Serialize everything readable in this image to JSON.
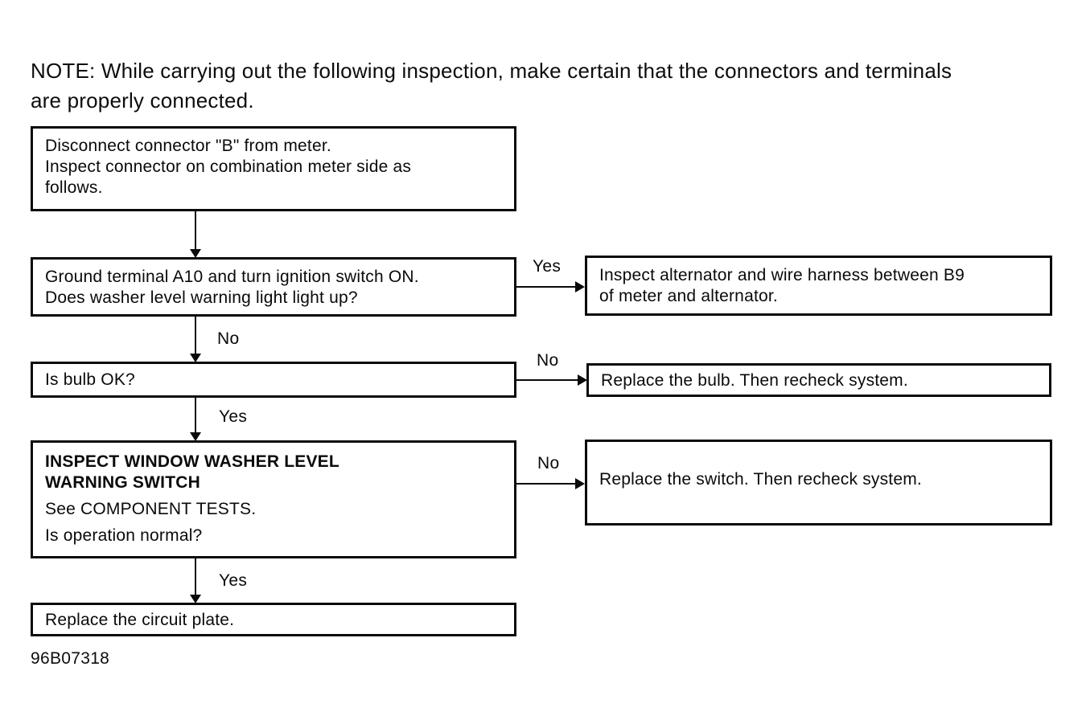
{
  "note": {
    "line1": "NOTE: While carrying out the following inspection, make certain that the connectors and terminals",
    "line2": "are properly connected."
  },
  "flowchart": {
    "step1": {
      "line1": "Disconnect connector \"B\" from meter.",
      "line2": "Inspect connector on combination meter side as",
      "line3": "follows."
    },
    "step2": {
      "line1": "Ground terminal A10 and turn ignition switch ON.",
      "line2": "Does washer level warning light light up?"
    },
    "step3": {
      "line1": "Is bulb OK?"
    },
    "step4": {
      "title_line1": "INSPECT WINDOW WASHER LEVEL",
      "title_line2": "WARNING SWITCH",
      "line3": "See COMPONENT TESTS.",
      "line4": "Is operation normal?"
    },
    "step5": {
      "line1": "Replace the circuit plate."
    },
    "result1": {
      "line1": "Inspect alternator and wire harness between B9",
      "line2": "of meter and alternator."
    },
    "result2": {
      "line1": "Replace the bulb. Then recheck system."
    },
    "result3": {
      "line1": "Replace the switch. Then recheck system."
    },
    "labels": {
      "yes1": "Yes",
      "no1": "No",
      "no2": "No",
      "yes2": "Yes",
      "no3": "No",
      "yes3": "Yes"
    },
    "figure_code": "96B07318"
  },
  "colors": {
    "ink": "#0a0a0a",
    "background": "#ffffff"
  }
}
